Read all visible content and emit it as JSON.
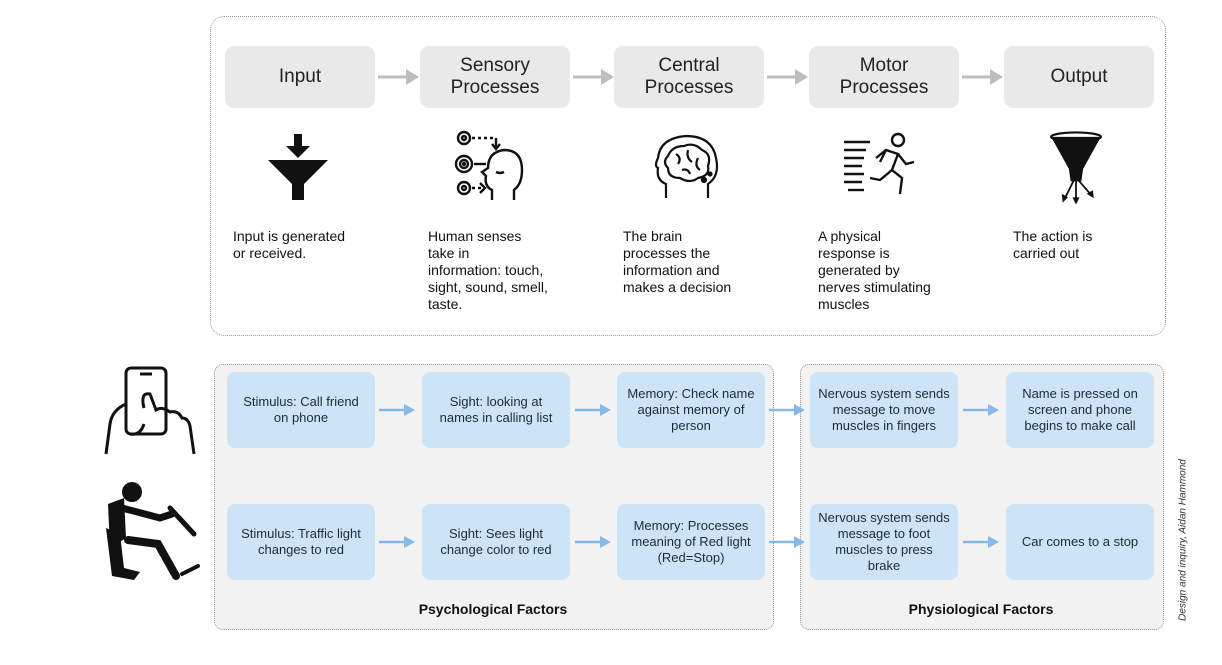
{
  "stages": [
    {
      "line1": "Input",
      "line2": "",
      "icon": "funnel-input-icon",
      "description": [
        "Input  is generated",
        "or received."
      ]
    },
    {
      "line1": "Sensory",
      "line2": "Processes",
      "icon": "senses-head-icon",
      "description": [
        "Human senses",
        "take in",
        "information: touch,",
        "sight, sound, smell,",
        "taste."
      ]
    },
    {
      "line1": "Central",
      "line2": "Processes",
      "icon": "brain-head-icon",
      "description": [
        "The brain",
        "processes the",
        "information and",
        "makes a decision"
      ]
    },
    {
      "line1": "Motor",
      "line2": "Processes",
      "icon": "running-person-icon",
      "description": [
        "A physical",
        "response is",
        "generated  by",
        "nerves stimulating",
        "muscles"
      ]
    },
    {
      "line1": "Output",
      "line2": "",
      "icon": "funnel-output-icon",
      "description": [
        "The action is",
        "carried out"
      ]
    }
  ],
  "examples": [
    {
      "icon": "phone-hand-icon",
      "steps": [
        "Stimulus: Call friend on phone",
        "Sight: looking at names in calling list",
        "Memory: Check name against memory of person",
        "Nervous system sends message  to move muscles in fingers",
        "Name is pressed on screen and phone begins to make call"
      ]
    },
    {
      "icon": "car-driver-icon",
      "steps": [
        "Stimulus: Traffic light changes to red",
        "Sight: Sees light change color to red",
        "Memory: Processes meaning of Red light (Red=Stop)",
        "Nervous system sends message to foot muscles to press brake",
        "Car comes to a stop"
      ]
    }
  ],
  "labels": {
    "psychological": "Psychological Factors",
    "physiological": "Physiological Factors"
  },
  "credit": "Design and inquiry, Aidan Hammond",
  "colors": {
    "stage_box": "#e9e9e9",
    "step_box": "#cde3f6",
    "arrow_blue": "#8ab8e6",
    "arrow_gray": "#bdbdbd",
    "panel_bg": "#f2f2f2"
  }
}
